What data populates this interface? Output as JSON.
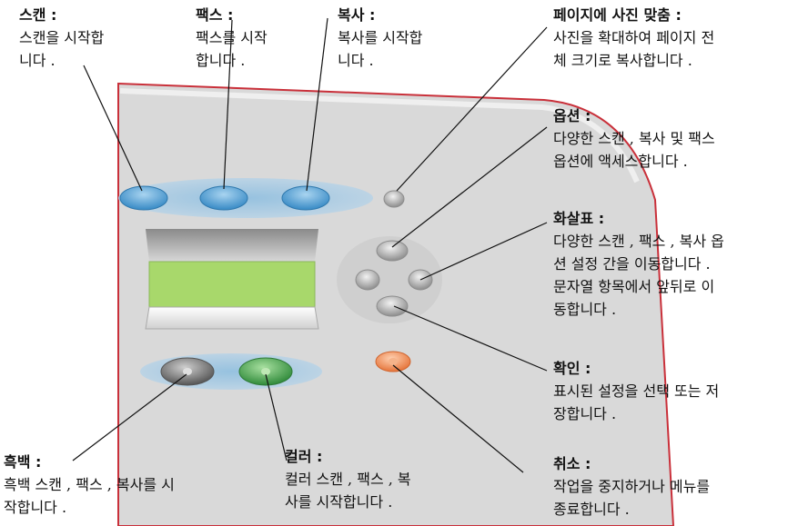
{
  "colors": {
    "panel_fill": "#d9d9d9",
    "panel_edge": "#c9303a",
    "lcd_green": "#a8d86b",
    "blue_button": "#4f9fd4",
    "green_button": "#3f9a4a",
    "cancel_orange": "#f08a55"
  },
  "callouts": {
    "scan": {
      "title": "스캔 :",
      "desc": "스캔을 시작합\n니다 ."
    },
    "fax": {
      "title": "팩스 :",
      "desc": "팩스를 시작\n합니다 ."
    },
    "copy": {
      "title": "복사 :",
      "desc": "복사를 시작합\n니다 ."
    },
    "fit": {
      "title": "페이지에 사진 맞춤 :",
      "desc": "사진을 확대하여 페이지 전\n체 크기로 복사합니다 ."
    },
    "options": {
      "title": "옵션 :",
      "desc": "다양한 스캔 , 복사 및 팩스\n옵션에 액세스합니다 ."
    },
    "arrows": {
      "title": "화살표 :",
      "desc": "다양한 스캔 , 팩스 , 복사 옵\n션 설정 간을 이동합니다 .\n문자열 항목에서 앞뒤로 이\n동합니다 ."
    },
    "ok": {
      "title": "확인 :",
      "desc": "표시된 설정을 선택 또는 저\n장합니다 ."
    },
    "cancel": {
      "title": "취소 :",
      "desc": "작업을 중지하거나 메뉴를\n종료합니다 ."
    },
    "mono": {
      "title": "흑백 :",
      "desc": "흑백 스캔 , 팩스 , 복사를 시\n작합니다 ."
    },
    "color": {
      "title": "컬러 :",
      "desc": "컬러 스캔 , 팩스 , 복\n사를 시작합니다 ."
    }
  }
}
